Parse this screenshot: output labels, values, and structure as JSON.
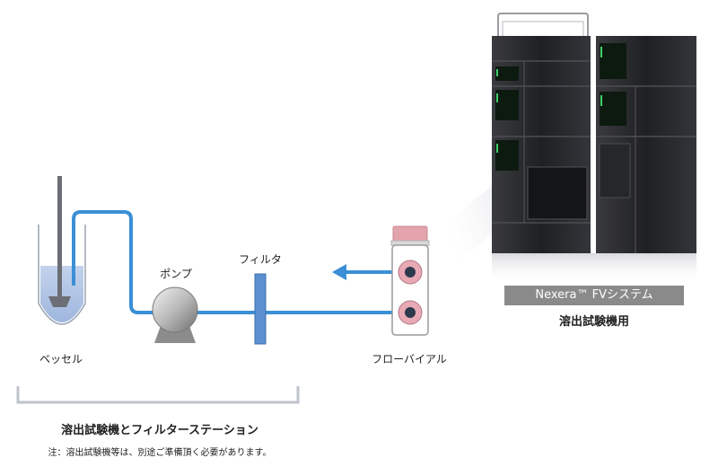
{
  "labels": {
    "vessel": "ベッセル",
    "pump": "ポンプ",
    "filter": "フィルタ",
    "flow_vial": "フローバイアル"
  },
  "product": {
    "name": "Nexera™ FVシステム",
    "subtitle": "溶出試験機用"
  },
  "station": {
    "title": "溶出試験機とフィルターステーション",
    "note": "注：溶出試験機等は、別途ご準備頂く必要があります。"
  },
  "colors": {
    "tube": "#3b8fd6",
    "filter": "#5a8fd0",
    "vial_cap": "#e3a3ad",
    "vial_port": "#e9a9b4",
    "liquid": "#b9cbe6",
    "instrument": "#2a2b2e",
    "status_led": "#3ecf6a",
    "bracket": "#bfc3cc",
    "banner": "#8a8a8a"
  },
  "icons": [
    "vessel-icon",
    "pump-icon",
    "filter-icon",
    "flow-vial-icon",
    "instrument-icon",
    "arrow-left-icon",
    "arrow-right-icon"
  ]
}
